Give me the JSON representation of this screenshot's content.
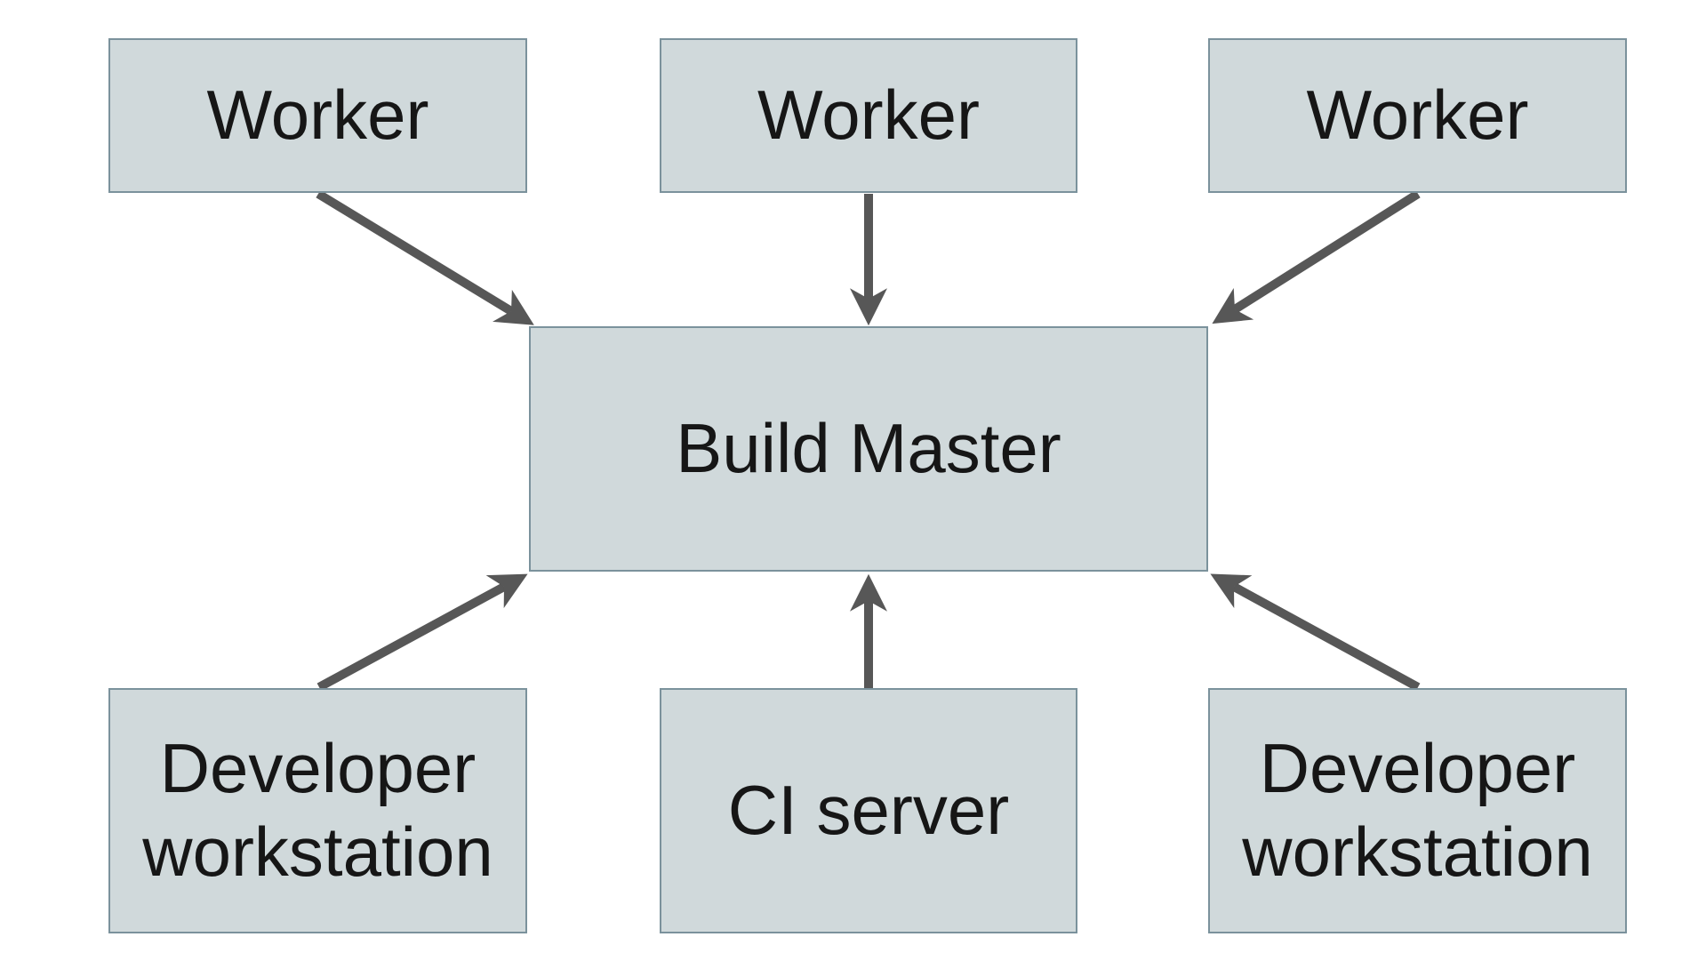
{
  "diagram": {
    "type": "architecture-diagram",
    "nodes": {
      "worker-1": {
        "label": "Worker"
      },
      "worker-2": {
        "label": "Worker"
      },
      "worker-3": {
        "label": "Worker"
      },
      "build-master": {
        "label": "Build Master"
      },
      "developer-workstation-1": {
        "label": "Developer workstation"
      },
      "ci-server": {
        "label": "CI server"
      },
      "developer-workstation-2": {
        "label": "Developer workstation"
      }
    },
    "edges": [
      {
        "from": "worker-1",
        "to": "build-master",
        "arrowhead": "barbed"
      },
      {
        "from": "worker-2",
        "to": "build-master",
        "arrowhead": "barbed"
      },
      {
        "from": "worker-3",
        "to": "build-master",
        "arrowhead": "barbed"
      },
      {
        "from": "developer-workstation-1",
        "to": "build-master",
        "arrowhead": "barbed"
      },
      {
        "from": "ci-server",
        "to": "build-master",
        "arrowhead": "barbed"
      },
      {
        "from": "developer-workstation-2",
        "to": "build-master",
        "arrowhead": "barbed"
      }
    ],
    "colors": {
      "node_fill": "#d0d9db",
      "node_border": "#7b929c",
      "arrow": "#575757",
      "text": "#161616",
      "background": "#ffffff"
    }
  }
}
